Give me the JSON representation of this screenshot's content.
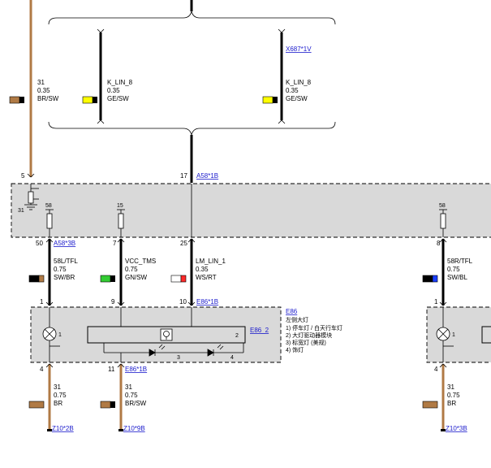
{
  "colors": {
    "brown": "#b07a45",
    "black": "#000000",
    "yellow": "#ffff00",
    "green": "#33cc33",
    "red": "#ff2a2a",
    "blue": "#1a3fff",
    "white": "#ffffff",
    "module_fill": "#d9d9d9",
    "link": "#1a1acc"
  },
  "wires": {
    "w31_top": {
      "line1": "31",
      "line2": "0.35",
      "line3": "BR/SW"
    },
    "k_lin_left": {
      "line1": "K_LIN_8",
      "line2": "0.35",
      "line3": "GE/SW"
    },
    "k_lin_right": {
      "line1": "K_LIN_8",
      "line2": "0.35",
      "line3": "GE/SW"
    },
    "w58l": {
      "line1": "58L/TFL",
      "line2": "0.75",
      "line3": "SW/BR"
    },
    "vcc": {
      "line1": "VCC_TMS",
      "line2": "0.75",
      "line3": "GN/SW"
    },
    "lm_lin": {
      "line1": "LM_LIN_1",
      "line2": "0.35",
      "line3": "WS/RT"
    },
    "w58r": {
      "line1": "58R/TFL",
      "line2": "0.75",
      "line3": "SW/BL"
    },
    "gnd_left": {
      "line1": "31",
      "line2": "0.75",
      "line3": "BR"
    },
    "gnd_mid": {
      "line1": "31",
      "line2": "0.75",
      "line3": "BR/SW"
    },
    "gnd_right": {
      "line1": "31",
      "line2": "0.75",
      "line3": "BR"
    }
  },
  "connectors": {
    "x687": "X687*1V",
    "a58_1b": "A58*1B",
    "a58_3b": "A58*3B",
    "e86_1b_top": "E86*1B",
    "e86_1b_bottom": "E86*1B",
    "z10_2b": "Z10*2B",
    "z10_9b": "Z10*9B",
    "z10_3b": "Z10*3B",
    "e86_2": "E86_2"
  },
  "pins": {
    "p5": "5",
    "p17": "17",
    "p31_side": "31",
    "p50": "50",
    "p7": "7",
    "p25": "25",
    "p8": "8",
    "p1_left": "1",
    "p9": "9",
    "p10": "10",
    "p1_right": "1",
    "p4_left": "4",
    "p11": "11",
    "p4_right": "4",
    "fuse58_left": "58",
    "fuse15": "15",
    "fuse58_right": "58",
    "e86_pin_1": "1",
    "e86_pin_2": "2",
    "e86_pin_3": "3",
    "e86_pin_4": "4",
    "e86r_pin_1": "1"
  },
  "component": {
    "id": "E86",
    "title": "左侧大灯",
    "items": [
      "1)   停车灯 / 白天行车灯",
      "2)   大灯驱动器模块",
      "3)   标宽灯 (美规)",
      "4)   饰灯"
    ]
  }
}
